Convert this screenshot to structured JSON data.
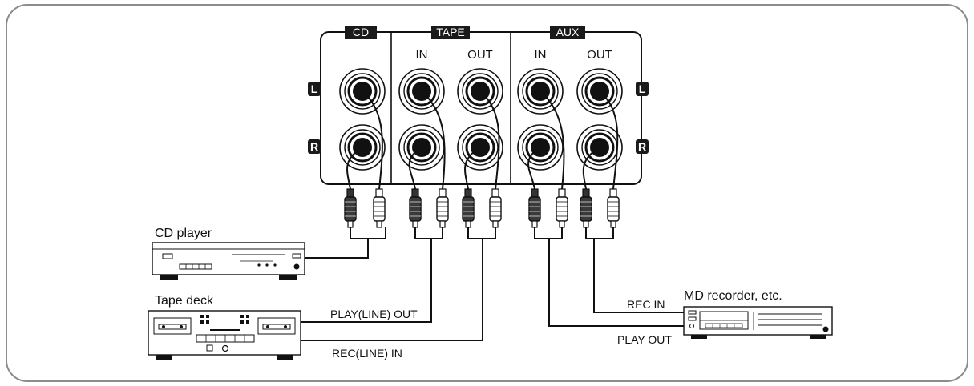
{
  "panel": {
    "sections": [
      {
        "id": "cd",
        "title": "CD",
        "jacks": []
      },
      {
        "id": "tape",
        "title": "TAPE",
        "jacks": [
          "IN",
          "OUT"
        ]
      },
      {
        "id": "aux",
        "title": "AUX",
        "jacks": [
          "IN",
          "OUT"
        ]
      }
    ],
    "channel_left": "L",
    "channel_right": "R"
  },
  "devices": {
    "cd_player": "CD player",
    "tape_deck": "Tape deck",
    "md_recorder": "MD recorder, etc."
  },
  "connections": {
    "tape_play_out": "PLAY(LINE) OUT",
    "tape_rec_in": "REC(LINE) IN",
    "md_rec_in": "REC IN",
    "md_play_out": "PLAY OUT"
  },
  "colors": {
    "ink": "#111111",
    "frame": "#8c8c8c",
    "header_fill": "#1a1a1a"
  }
}
